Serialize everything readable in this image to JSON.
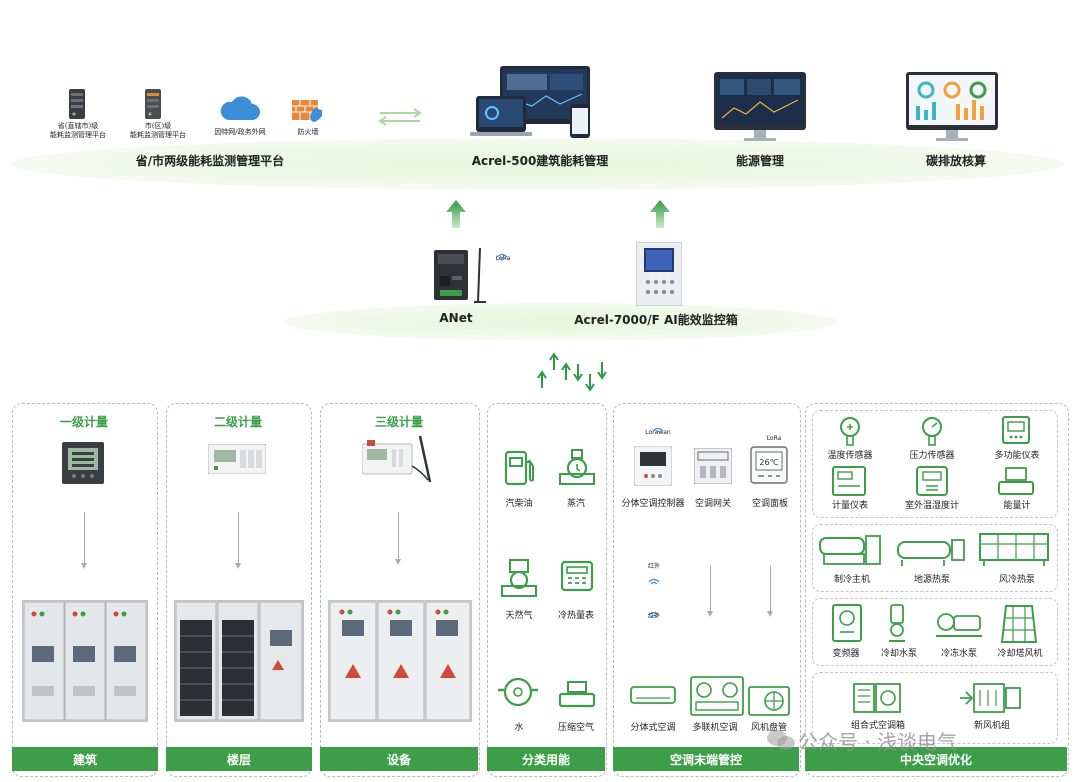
{
  "top_platform": {
    "province_label_1": "省(直辖市)级",
    "province_label_2": "能耗监测管理平台",
    "city_label_1": "市(区)级",
    "city_label_2": "能耗监测管理平台",
    "internet_label": "因特网/政务外网",
    "firewall_label": "防火墙",
    "platform_title": "省/市两级能耗监测管理平台",
    "acrel500_title": "Acrel-500建筑能耗管理",
    "energy_title": "能源管理",
    "carbon_title": "碳排放核算"
  },
  "gateway_layer": {
    "anet_label": "ANet",
    "lora_label": "LoRa",
    "box_label": "Acrel-7000/F AI能效监控箱"
  },
  "columns": {
    "building": {
      "level": "一级计量",
      "bar": "建筑"
    },
    "floor": {
      "level": "二级计量",
      "bar": "楼层"
    },
    "device": {
      "level": "三级计量",
      "bar": "设备"
    },
    "classified": {
      "bar": "分类用能",
      "items": [
        "汽柴油",
        "蒸汽",
        "天然气",
        "冷热量表",
        "水",
        "压缩空气"
      ]
    },
    "ac_terminal": {
      "bar": "空调末端管控",
      "lorawan": "Lorawan",
      "lora": "LoRa",
      "items_top": [
        "分体空调控制器",
        "空调网关",
        "空调面板"
      ],
      "ir1": "红外",
      "ir2": "红外",
      "items_bottom": [
        "分体式空调",
        "多联机空调",
        "风机盘管"
      ],
      "panel_display": "26℃"
    },
    "central_ac": {
      "bar": "中央空调优化",
      "group1": [
        "温度传感器",
        "压力传感器",
        "多功能仪表",
        "计量仪表",
        "室外温湿度计",
        "能量计"
      ],
      "group2": [
        "制冷主机",
        "地源热泵",
        "风冷热泵"
      ],
      "group3": [
        "变频器",
        "冷却水泵",
        "冷冻水泵",
        "冷却塔风机"
      ],
      "group4": [
        "组合式空调箱",
        "新风机组"
      ]
    }
  },
  "watermark": "公众号 · 浅谈电气",
  "colors": {
    "accent": "#3c9e48",
    "arrow": "#2f9a45"
  }
}
